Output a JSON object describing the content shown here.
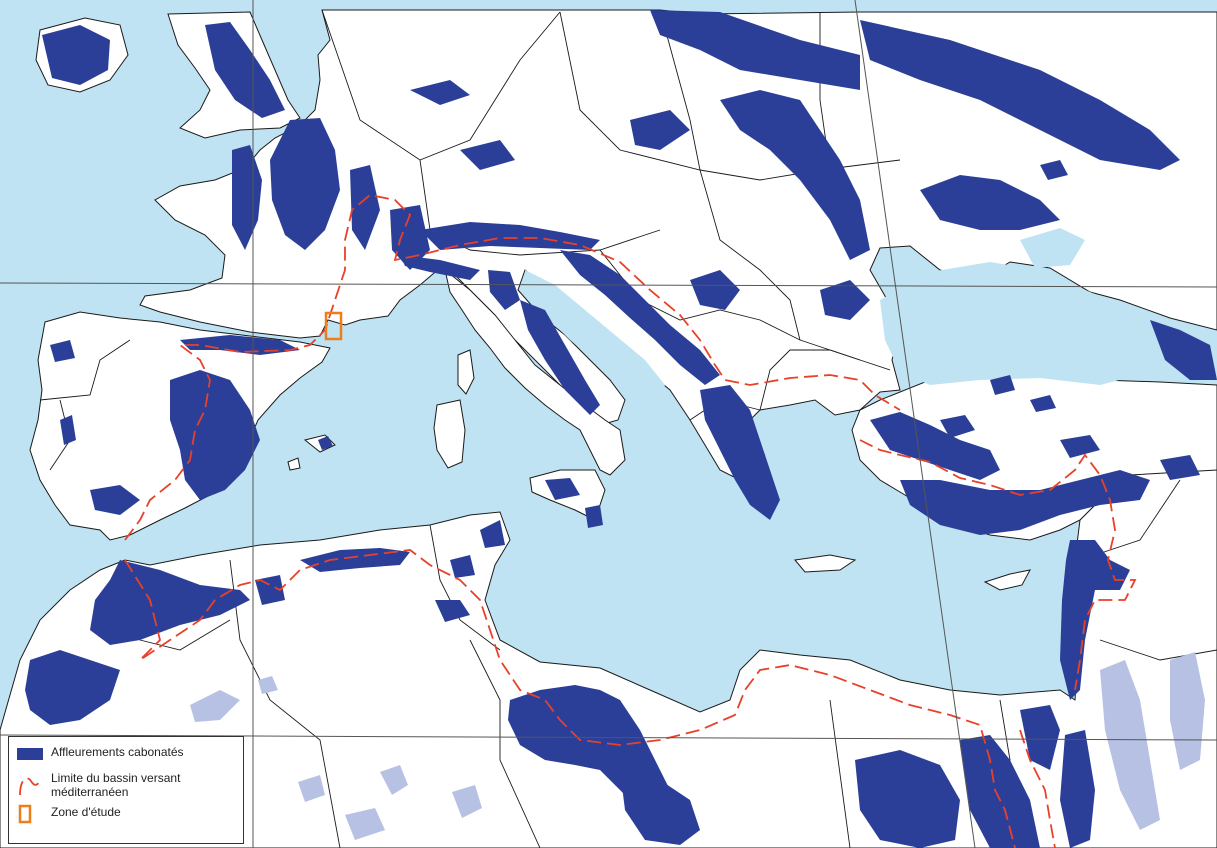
{
  "map": {
    "colors": {
      "sea": "#bfe3f2",
      "land": "#ffffff",
      "border": "#1a1a1a",
      "carbonate": "#2b3f99",
      "carbonate_light": "#b7c1e3",
      "basin_limit": "#e8412a",
      "study_zone": "#ef7d1a",
      "graticule": "#555555"
    }
  },
  "legend": {
    "items": [
      {
        "id": "carbonate",
        "icon": "blue-rectangle-icon",
        "label_lines": [
          "Affleurements cabonatés"
        ]
      },
      {
        "id": "basin",
        "icon": "red-dashed-curve-icon",
        "label_lines": [
          "Limite du bassin versant",
          "méditerranéen"
        ]
      },
      {
        "id": "zone",
        "icon": "orange-rectangle-outline-icon",
        "label_lines": [
          "Zone d'étude"
        ]
      }
    ]
  }
}
